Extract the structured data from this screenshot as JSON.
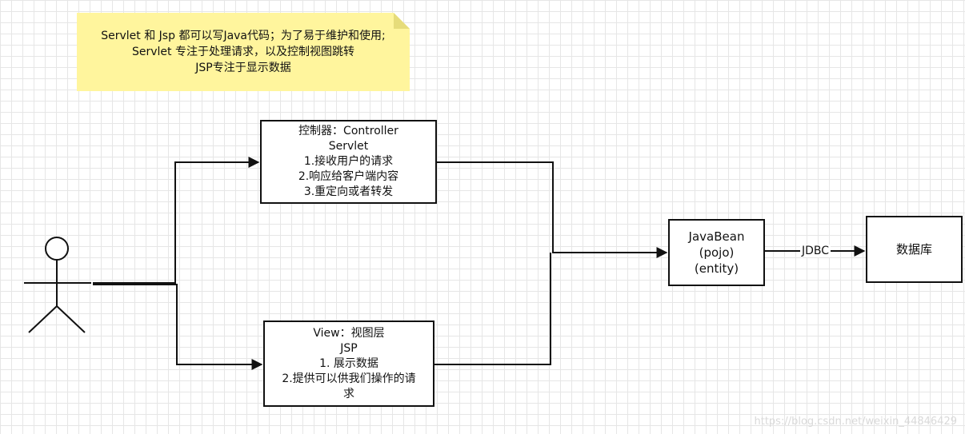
{
  "note": {
    "lines": [
      "Servlet 和 Jsp  都可以写Java代码；为了易于维护和使用;",
      "Servlet 专注于处理请求，以及控制视图跳转",
      "JSP专注于显示数据"
    ]
  },
  "controller": {
    "lines": [
      "控制器：Controller",
      "Servlet",
      "1.接收用户的请求",
      "2.响应给客户端内容",
      "3.重定向或者转发"
    ]
  },
  "view": {
    "lines": [
      "View：视图层",
      "JSP",
      "1. 展示数据",
      "2.提供可以供我们操作的请",
      "求"
    ]
  },
  "javabean": {
    "lines": [
      "JavaBean",
      "(pojo)",
      "(entity)"
    ]
  },
  "database": {
    "label": "数据库"
  },
  "edge_label": "JDBC",
  "watermark": "https://blog.csdn.net/weixin_44846429",
  "colors": {
    "note_fill": "#fff59d",
    "stroke": "#111111",
    "grid": "#e6e6e6"
  }
}
